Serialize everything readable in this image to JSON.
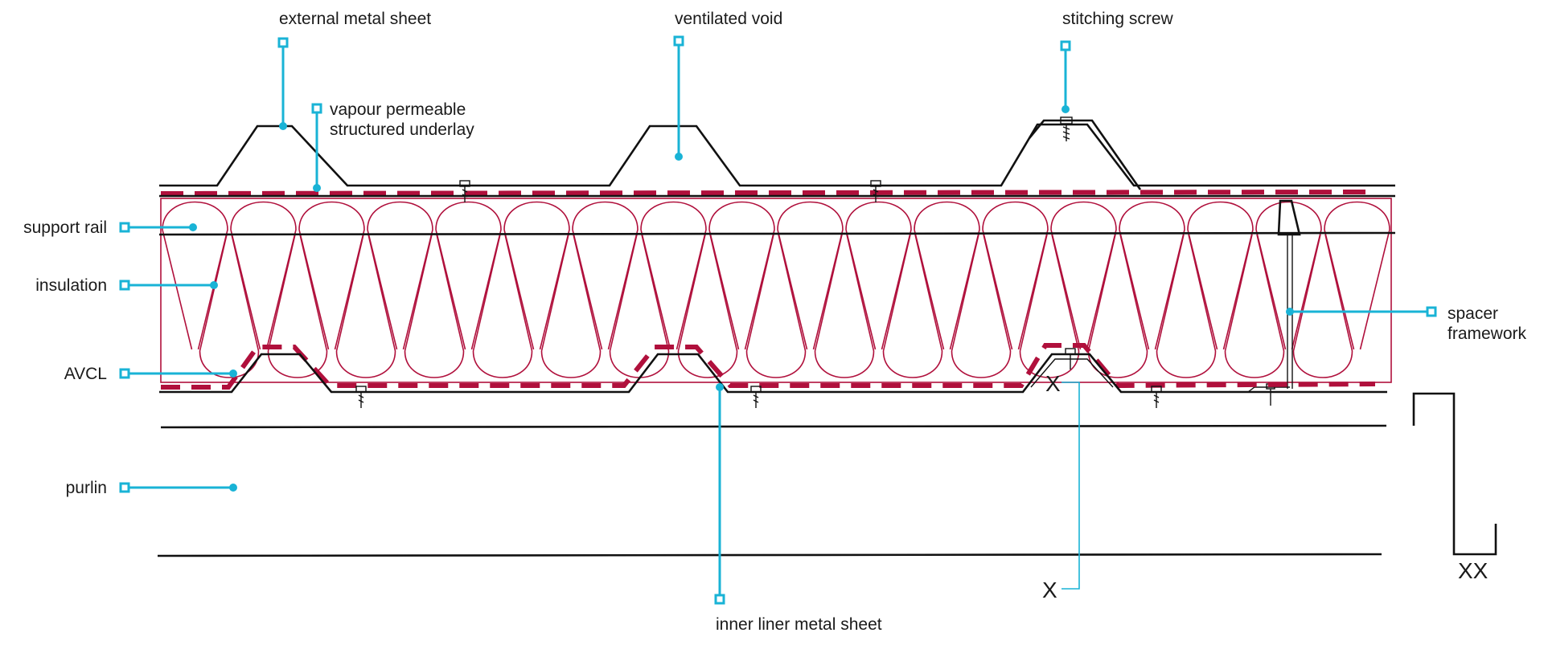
{
  "colors": {
    "leader": "#19b3d6",
    "insulation": "#b0103c",
    "metal": "#111111",
    "background": "#ffffff"
  },
  "labels": {
    "external_metal_sheet": "external metal sheet",
    "ventilated_void": "ventilated void",
    "stitching_screw": "stitching screw",
    "vapour_permeable_line1": "vapour permeable",
    "vapour_permeable_line2": "structured underlay",
    "support_rail": "support rail",
    "insulation": "insulation",
    "avcl": "AVCL",
    "purlin": "purlin",
    "spacer_line1": "spacer",
    "spacer_line2": "framework",
    "inner_liner_metal_sheet": "inner liner metal sheet",
    "section_x_upper": "X",
    "section_x_lower": "X",
    "section_xx": "XX"
  }
}
